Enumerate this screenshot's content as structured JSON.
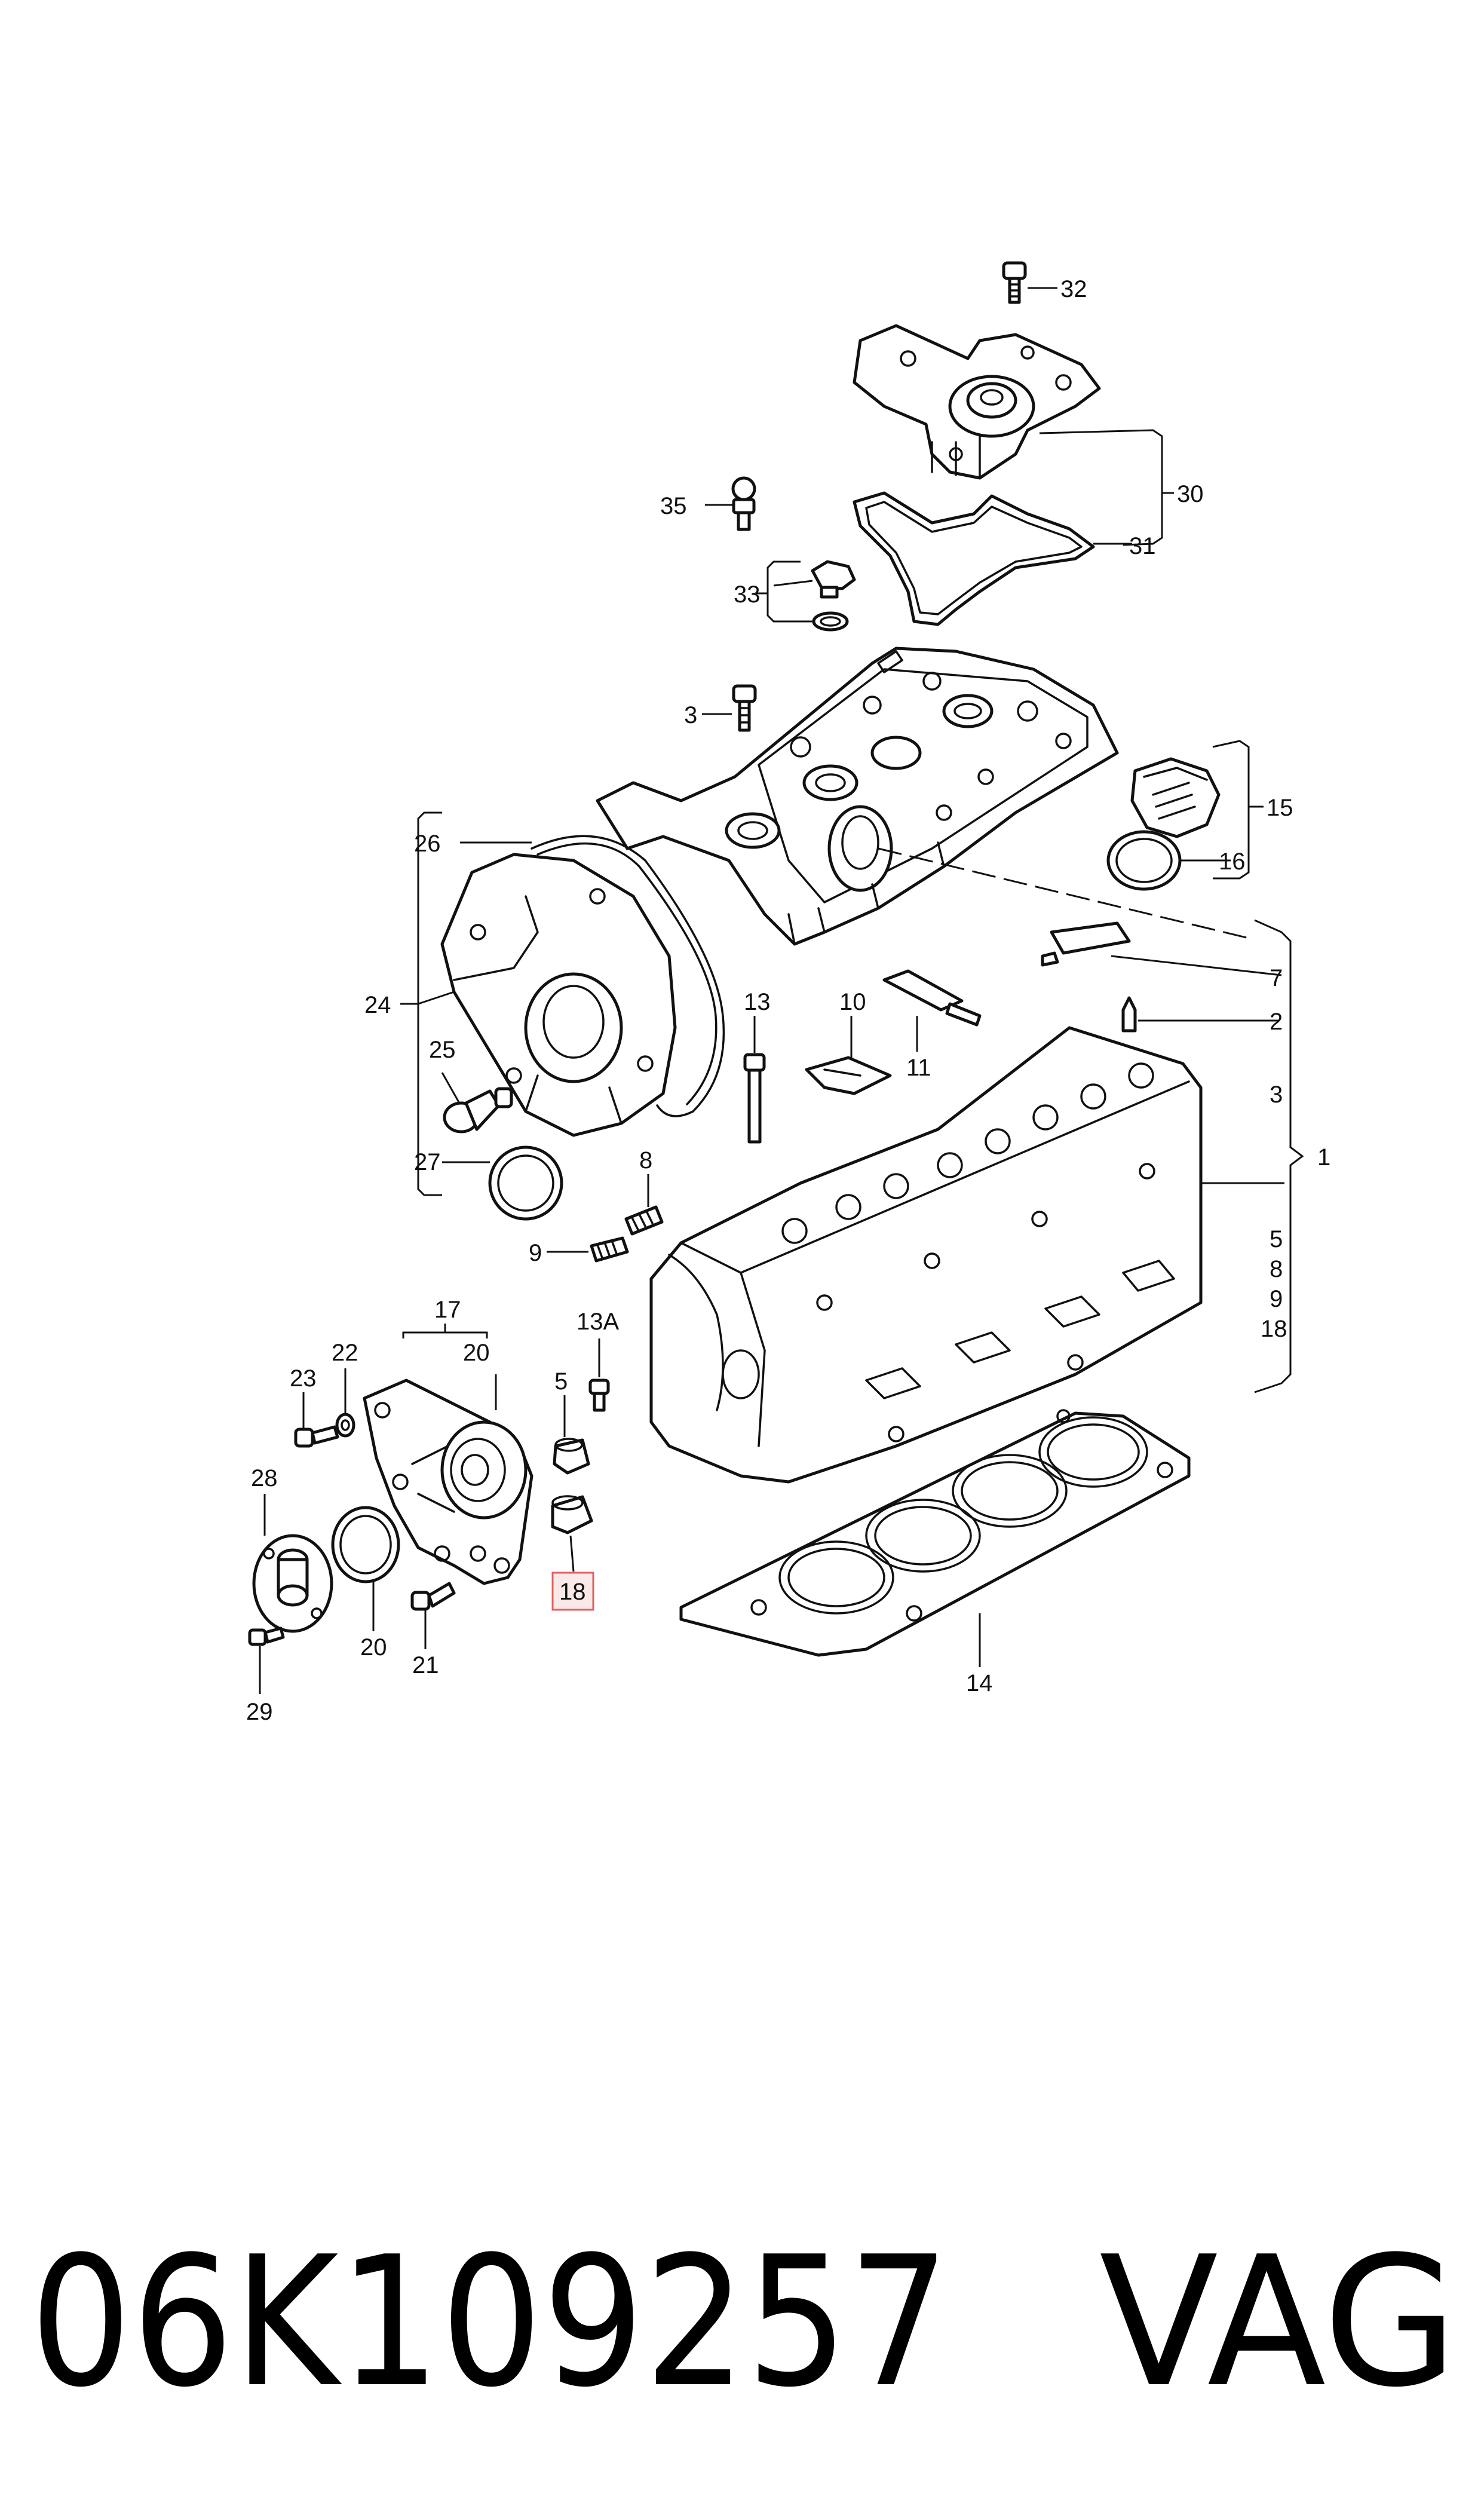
{
  "footer": {
    "part_number": "06K109257",
    "brand": "VAG"
  },
  "callouts": {
    "c1": "1",
    "c2": "2",
    "c3a": "3",
    "c3b": "3",
    "c5a": "5",
    "c5b": "5",
    "c7": "7",
    "c8a": "8",
    "c8b": "8",
    "c9a": "9",
    "c9b": "9",
    "c10": "10",
    "c11": "11",
    "c13": "13",
    "c13A": "13A",
    "c14": "14",
    "c15": "15",
    "c16": "16",
    "c17": "17",
    "c18a": "18",
    "c18b": "18",
    "c20a": "20",
    "c20b": "20",
    "c21": "21",
    "c22": "22",
    "c23": "23",
    "c24": "24",
    "c25": "25",
    "c26": "26",
    "c27": "27",
    "c28": "28",
    "c29": "29",
    "c30": "30",
    "c31": "31",
    "c32": "32",
    "c33": "33",
    "c35": "35"
  },
  "highlight": {
    "color": "#e06060",
    "fill": "#fbe9e9"
  }
}
